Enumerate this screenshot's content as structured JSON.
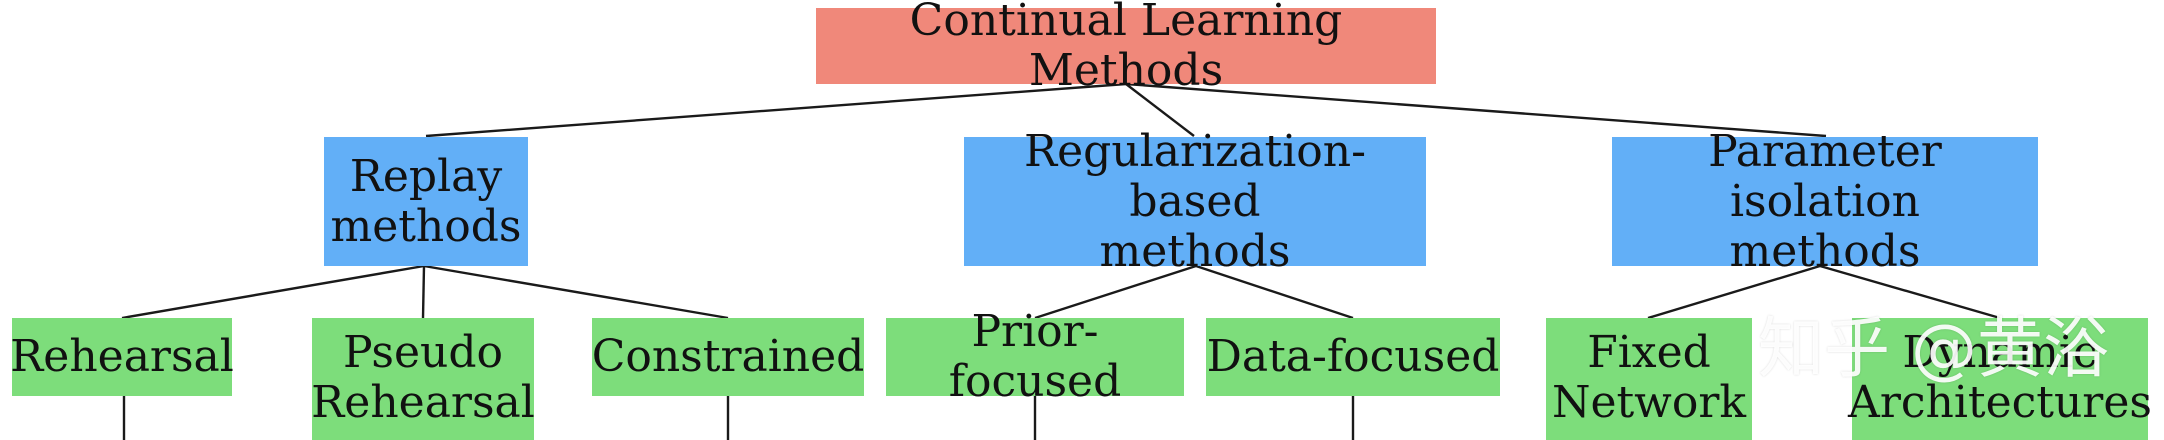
{
  "diagram": {
    "root": {
      "label": "Continual Learning Methods",
      "color": "#f0887a"
    },
    "categories": [
      {
        "lines": [
          "Replay",
          "methods"
        ],
        "color": "#62aff7"
      },
      {
        "lines": [
          "Regularization-based",
          "methods"
        ],
        "color": "#62aff7"
      },
      {
        "lines": [
          "Parameter isolation",
          "methods"
        ],
        "color": "#62aff7"
      }
    ],
    "leaves": [
      {
        "lines": [
          "Rehearsal"
        ],
        "parent": 0
      },
      {
        "lines": [
          "Pseudo",
          "Rehearsal"
        ],
        "parent": 0
      },
      {
        "lines": [
          "Constrained"
        ],
        "parent": 0
      },
      {
        "lines": [
          "Prior-focused"
        ],
        "parent": 1
      },
      {
        "lines": [
          "Data-focused"
        ],
        "parent": 1
      },
      {
        "lines": [
          "Fixed",
          "Network"
        ],
        "parent": 2
      },
      {
        "lines": [
          "Dynamic",
          "Architectures"
        ],
        "parent": 2
      }
    ],
    "leaf_color": "#7ddd7b",
    "edge_color": "#1a1a1a"
  },
  "watermark": {
    "text": "知乎 @黄浴"
  }
}
